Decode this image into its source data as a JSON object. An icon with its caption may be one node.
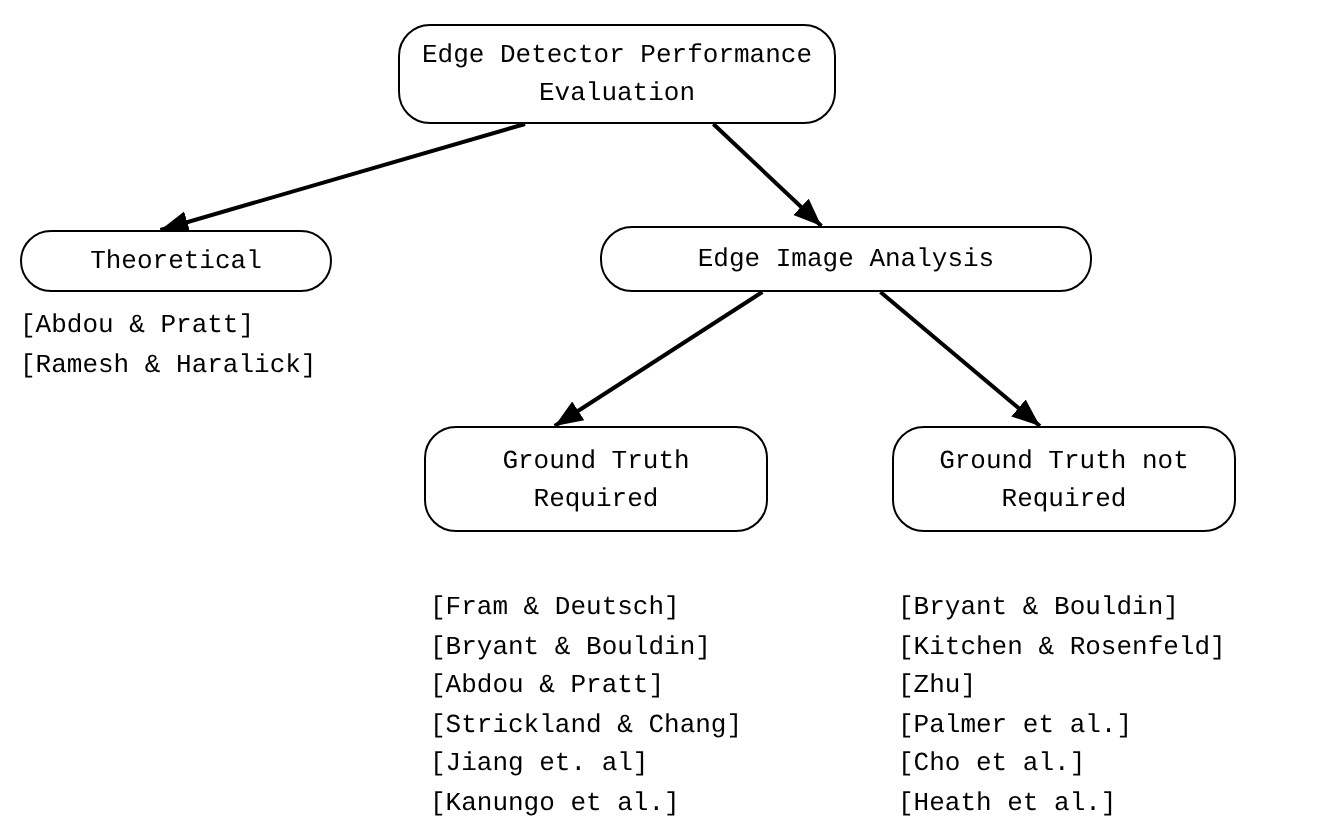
{
  "diagram": {
    "nodes": [
      {
        "text": [
          "Edge Detector Performance Evaluation"
        ]
      },
      {
        "text": [
          "Theoretical"
        ],
        "beside": [
          "[Abdou & Pratt]",
          "[Ramesh & Haralick]"
        ]
      },
      {
        "text": [
          "Edge Image Analysis"
        ]
      },
      {
        "text": [
          "Ground Truth Required"
        ],
        "beside": [
          "[Fram & Deutsch]",
          "[Bryant & Bouldin]",
          "[Abdou & Pratt]",
          "[Strickland & Chang]",
          "[Jiang et. al]",
          "[Kanungo et al.]"
        ]
      },
      {
        "text": [
          "Ground Truth not Required"
        ],
        "beside": [
          "[Bryant & Bouldin]",
          "[Kitchen & Rosenfeld]",
          "[Zhu]",
          "[Palmer et al.]",
          "[Cho et al.]",
          "[Heath et al.]"
        ]
      }
    ],
    "edges": [
      {
        "from": 0,
        "to": 1,
        "arrow": "to"
      },
      {
        "from": 0,
        "to": 2,
        "arrow": "to"
      },
      {
        "from": 2,
        "to": 3,
        "arrow": "to"
      },
      {
        "from": 2,
        "to": 4,
        "arrow": "to"
      }
    ]
  }
}
